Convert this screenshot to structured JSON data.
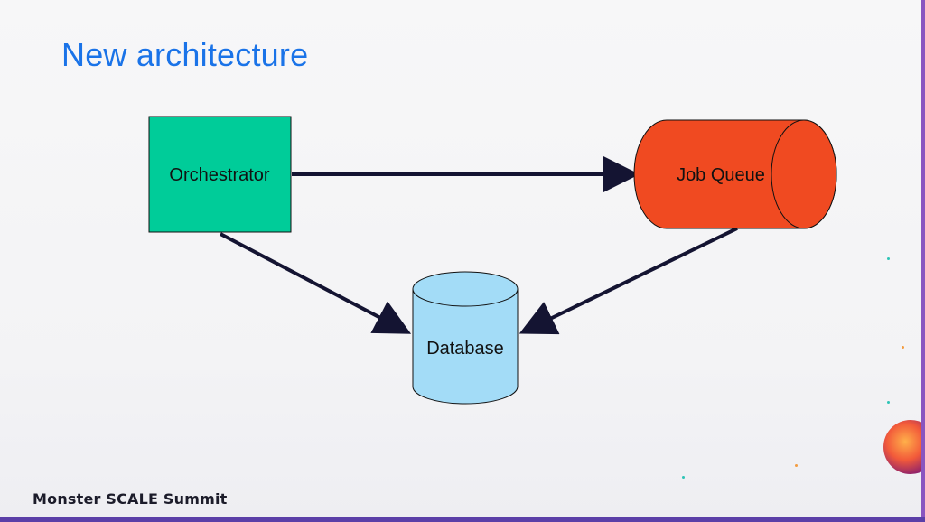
{
  "slide": {
    "title": "New architecture"
  },
  "nodes": {
    "orchestrator": {
      "label": "Orchestrator",
      "color": "#00cc99"
    },
    "job_queue": {
      "label": "Job Queue",
      "color": "#f04a21"
    },
    "database": {
      "label": "Database",
      "color": "#a3dcf7"
    }
  },
  "edges": [
    {
      "from": "Orchestrator",
      "to": "Job Queue"
    },
    {
      "from": "Orchestrator",
      "to": "Database"
    },
    {
      "from": "Job Queue",
      "to": "Database"
    }
  ],
  "footer": {
    "brand": "Monster SCALE Summit"
  },
  "colors": {
    "title": "#1a73e8",
    "arrow": "#141432",
    "accent": "#5b3fa8"
  }
}
